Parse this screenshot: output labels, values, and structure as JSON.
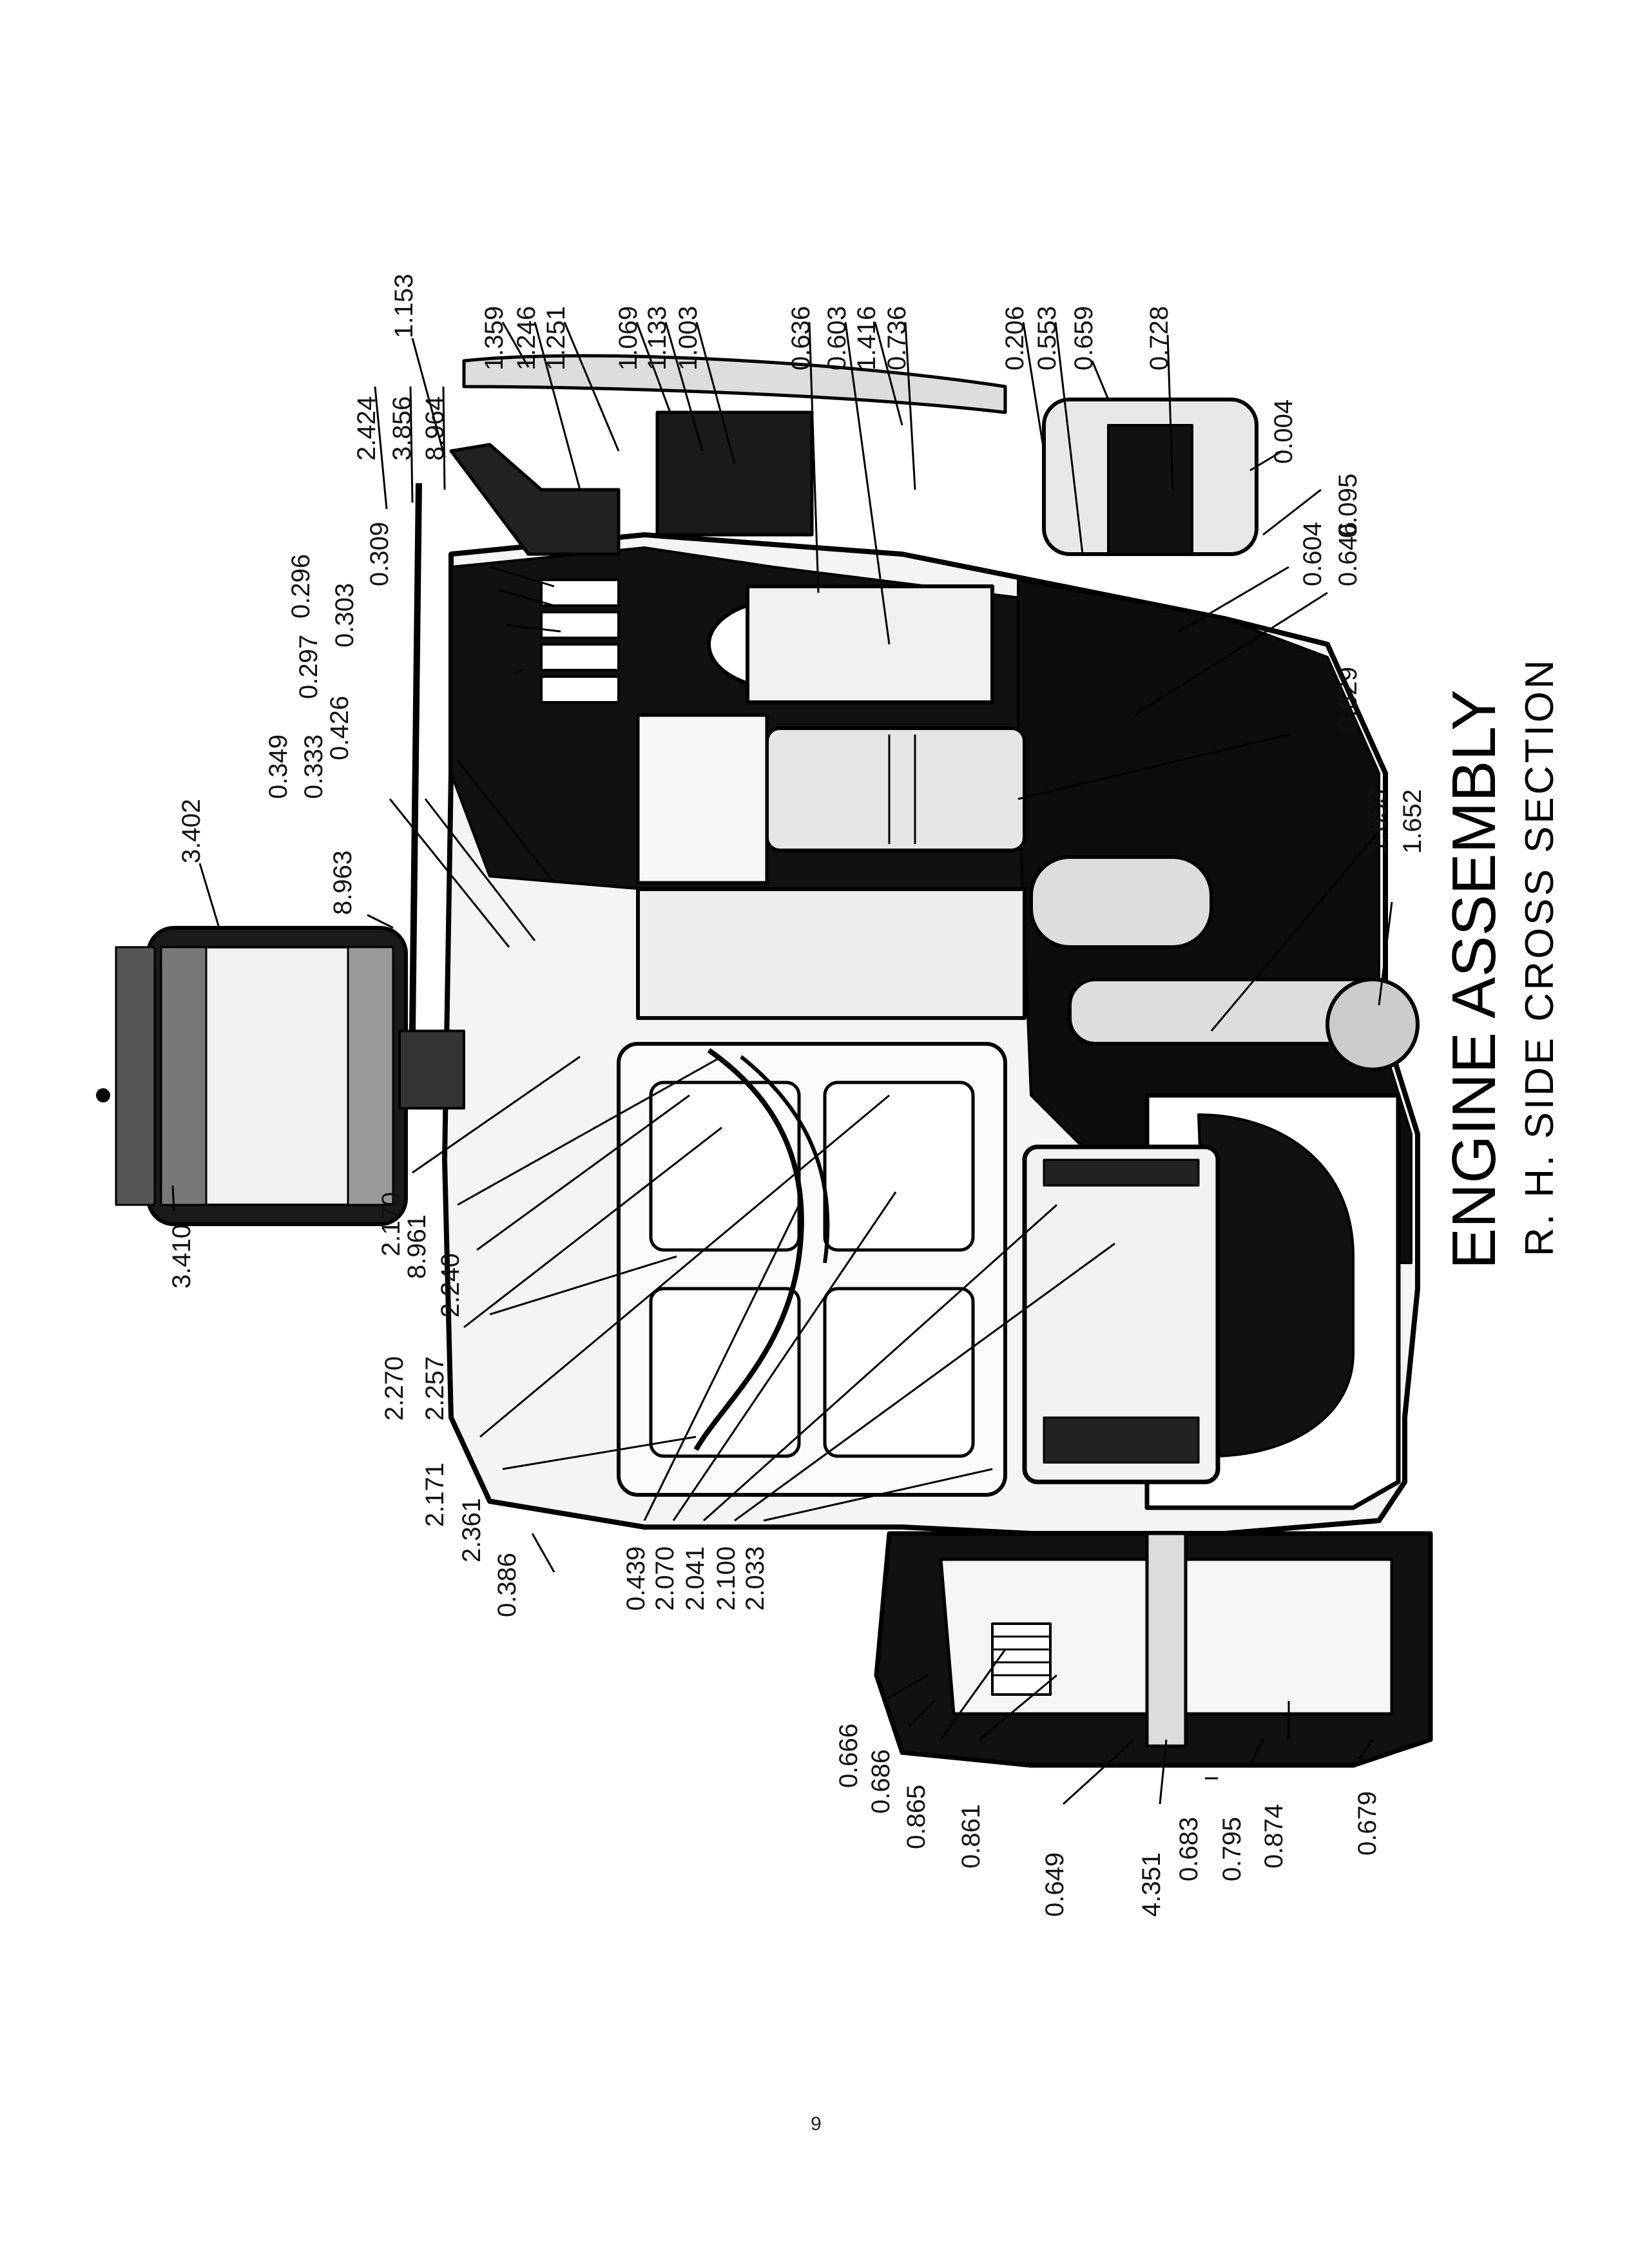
{
  "title": "ENGINE ASSEMBLY",
  "subtitle": "R. H. SIDE CROSS SECTION",
  "page_number": "9",
  "labels": [
    "1.153",
    "2.424",
    "3.856",
    "8.964",
    "1.359",
    "1.246",
    "1.251",
    "1.069",
    "1.133",
    "1.003",
    "0.636",
    "0.603",
    "1.416",
    "0.736",
    "0.206",
    "0.553",
    "0.659",
    "0.728",
    "0.004",
    "0.095",
    "0.604",
    "0.646",
    "0.629",
    "1.653",
    "1.652",
    "0.309",
    "0.296",
    "0.303",
    "0.297",
    "0.426",
    "0.333",
    "0.349",
    "8.963",
    "3.402",
    "3.410",
    "2.170",
    "8.961",
    "2.240",
    "2.270",
    "2.257",
    "2.171",
    "2.361",
    "0.386",
    "0.439",
    "2.070",
    "2.041",
    "2.100",
    "2.033",
    "0.666",
    "0.686",
    "0.865",
    "0.861",
    "0.649",
    "4.351",
    "0.683",
    "0.795",
    "0.874",
    "0.679"
  ]
}
